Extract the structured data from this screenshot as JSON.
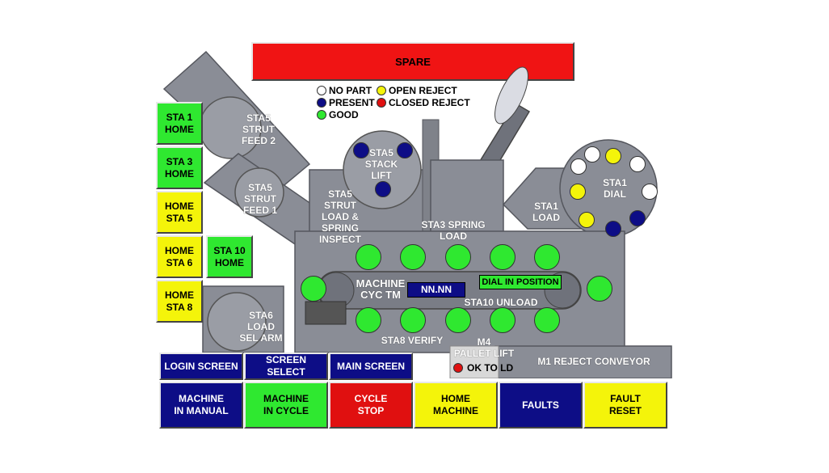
{
  "colors": {
    "green": "#2fe830",
    "yellow": "#f4f40a",
    "navy": "#0d0d86",
    "red": "#e01010",
    "white": "#ffffff",
    "machine_gray": "#8a8d96"
  },
  "spare_label": "SPARE",
  "legend": {
    "no_part": "NO PART",
    "open_reject": "OPEN REJECT",
    "present": "PRESENT",
    "closed_reject": "CLOSED REJECT",
    "good": "GOOD"
  },
  "home_buttons": {
    "sta1": "STA 1\nHOME",
    "sta3": "STA 3\nHOME",
    "sta5": "HOME\nSTA 5",
    "sta6": "HOME\nSTA 6",
    "sta8": "HOME\nSTA 8",
    "sta10": "STA 10\nHOME"
  },
  "station_labels": {
    "sta5_strut_feed2": "STA5\nSTRUT\nFEED 2",
    "sta5_strut_feed1": "STA5\nSTRUT\nFEED 1",
    "sta5_strut_load": "STA5\nSTRUT\nLOAD &\nSPRING\nINSPECT",
    "sta5_stack_lift": "STA5\nSTACK\nLIFT",
    "sta3_spring_load": "STA3 SPRING\nLOAD",
    "sta1_load": "STA1\nLOAD",
    "sta1_dial": "STA1\nDIAL",
    "sta6_load_sel_arm": "STA6\nLOAD\nSEL ARM",
    "sta10_unload": "STA10 UNLOAD",
    "sta8_verify": "STA8 VERIFY",
    "m4_pallet_lift": "M4\nPALLET LIFT",
    "machine_cyc_tm": "MACHINE\nCYC TM"
  },
  "cycle_time_value": "NN.NN",
  "dial_in_position": "DIAL IN POSITION",
  "ok_to_ld": "OK TO LD",
  "reject_conveyor": "M1 REJECT CONVEYOR",
  "nav_buttons": {
    "login": "LOGIN SCREEN",
    "screen_select": "SCREEN SELECT",
    "main": "MAIN SCREEN"
  },
  "bottom_buttons": {
    "manual": "MACHINE\nIN MANUAL",
    "cycle": "MACHINE\nIN CYCLE",
    "cycle_stop": "CYCLE\nSTOP",
    "home_machine": "HOME\nMACHINE",
    "faults": "FAULTS",
    "fault_reset": "FAULT\nRESET"
  }
}
